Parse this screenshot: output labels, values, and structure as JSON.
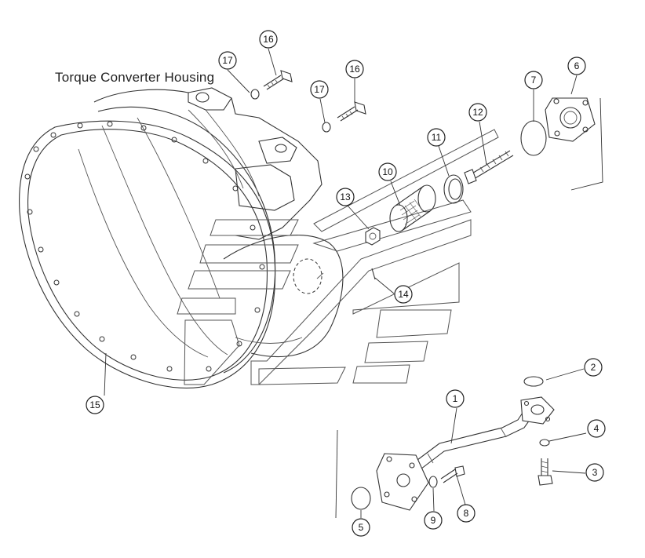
{
  "diagram": {
    "title": "Torque Converter Housing",
    "callouts": [
      {
        "id": "c1",
        "label": "1"
      },
      {
        "id": "c2",
        "label": "2"
      },
      {
        "id": "c3",
        "label": "3"
      },
      {
        "id": "c4",
        "label": "4"
      },
      {
        "id": "c5",
        "label": "5"
      },
      {
        "id": "c6",
        "label": "6"
      },
      {
        "id": "c7",
        "label": "7"
      },
      {
        "id": "c8",
        "label": "8"
      },
      {
        "id": "c9",
        "label": "9"
      },
      {
        "id": "c10",
        "label": "10"
      },
      {
        "id": "c11",
        "label": "11"
      },
      {
        "id": "c12",
        "label": "12"
      },
      {
        "id": "c13",
        "label": "13"
      },
      {
        "id": "c14",
        "label": "14"
      },
      {
        "id": "c15",
        "label": "15"
      },
      {
        "id": "c16a",
        "label": "16"
      },
      {
        "id": "c16b",
        "label": "16"
      },
      {
        "id": "c17a",
        "label": "17"
      },
      {
        "id": "c17b",
        "label": "17"
      }
    ]
  }
}
